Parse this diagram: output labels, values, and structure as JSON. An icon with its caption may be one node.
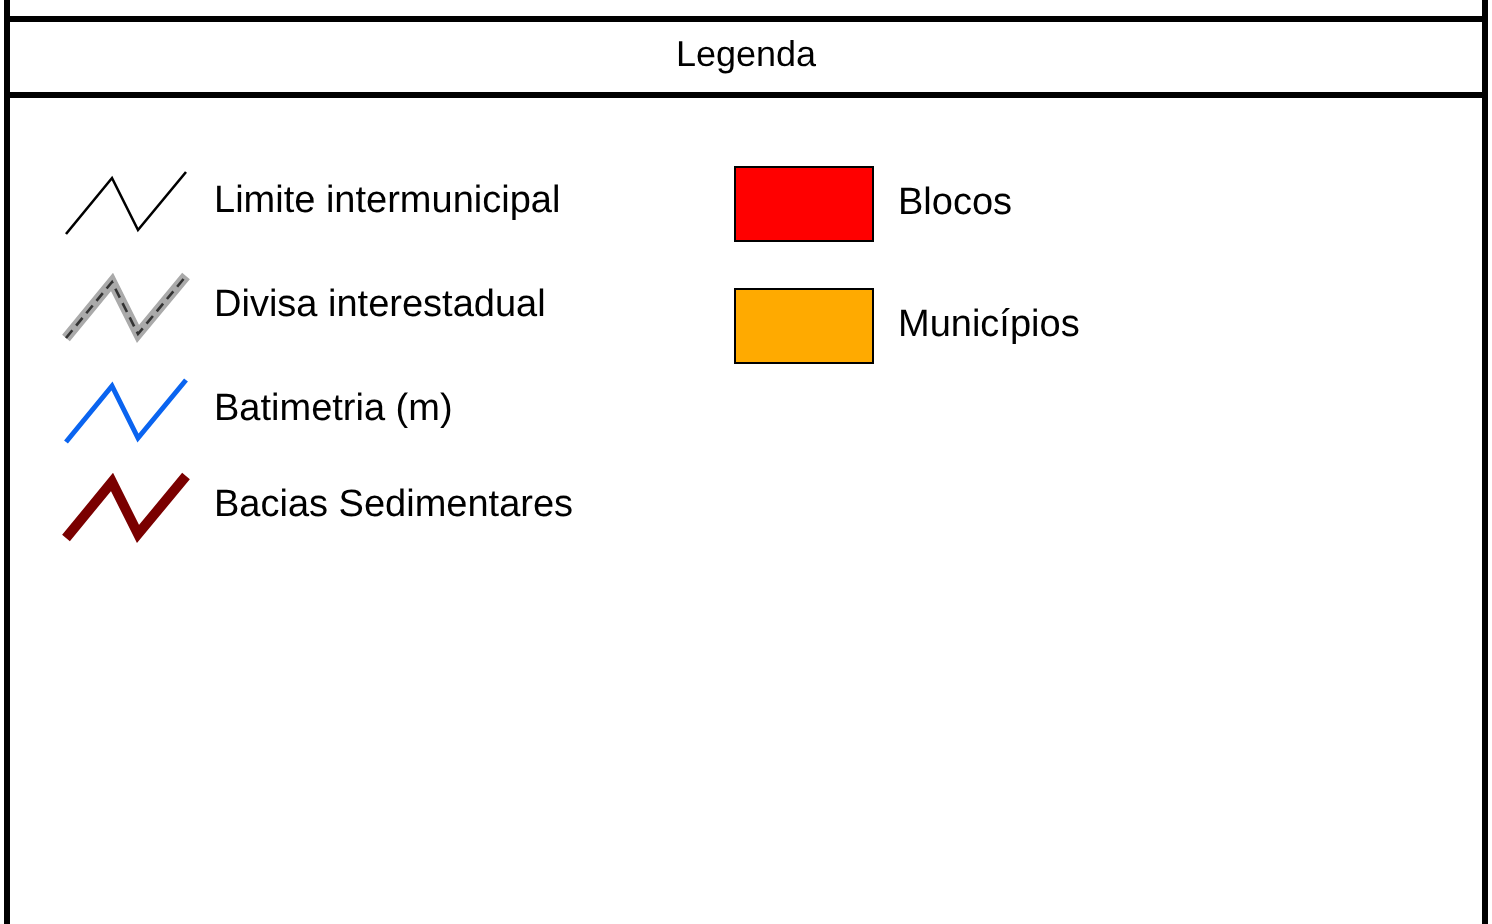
{
  "diagram": {
    "title": "Legenda",
    "legend": [
      {
        "text": "Limite intermunicipal"
      },
      {
        "text": "Divisa interestadual"
      },
      {
        "text": "Batimetria (m)"
      },
      {
        "text": "Bacias Sedimentares"
      },
      {
        "text": "Blocos",
        "color": "#ff0000"
      },
      {
        "text": "Municípios",
        "color": "#ffaa00"
      }
    ]
  }
}
